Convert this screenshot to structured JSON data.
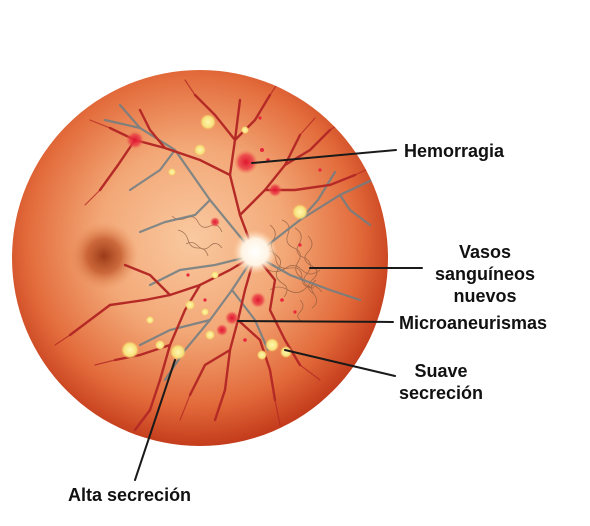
{
  "colors": {
    "background": "#ffffff",
    "eyeball_center": "#f6b98a",
    "eyeball_edge": "#c9421f",
    "vessel": "#b52a26",
    "vessel_gray": "#6e7e84",
    "exudate": "#f5e88a",
    "hemorrhage": "#e8253a",
    "macula": "#a6431e",
    "optic_disc": "#ffffff",
    "leader_line": "#1a1a1a",
    "label_text": "#111111"
  },
  "labels": {
    "hemorragia": "Hemorragia",
    "vasos_line1": "Vasos",
    "vasos_line2": "sanguíneos",
    "vasos_line3": "nuevos",
    "microaneurismas": "Microaneurismas",
    "suave_line1": "Suave",
    "suave_line2": "secreción",
    "alta_secrecion": "Alta secreción"
  },
  "icons": {
    "retina": "retina-fundus-illustration",
    "optic_disc": "optic-disc-icon",
    "macula": "macula-icon"
  }
}
